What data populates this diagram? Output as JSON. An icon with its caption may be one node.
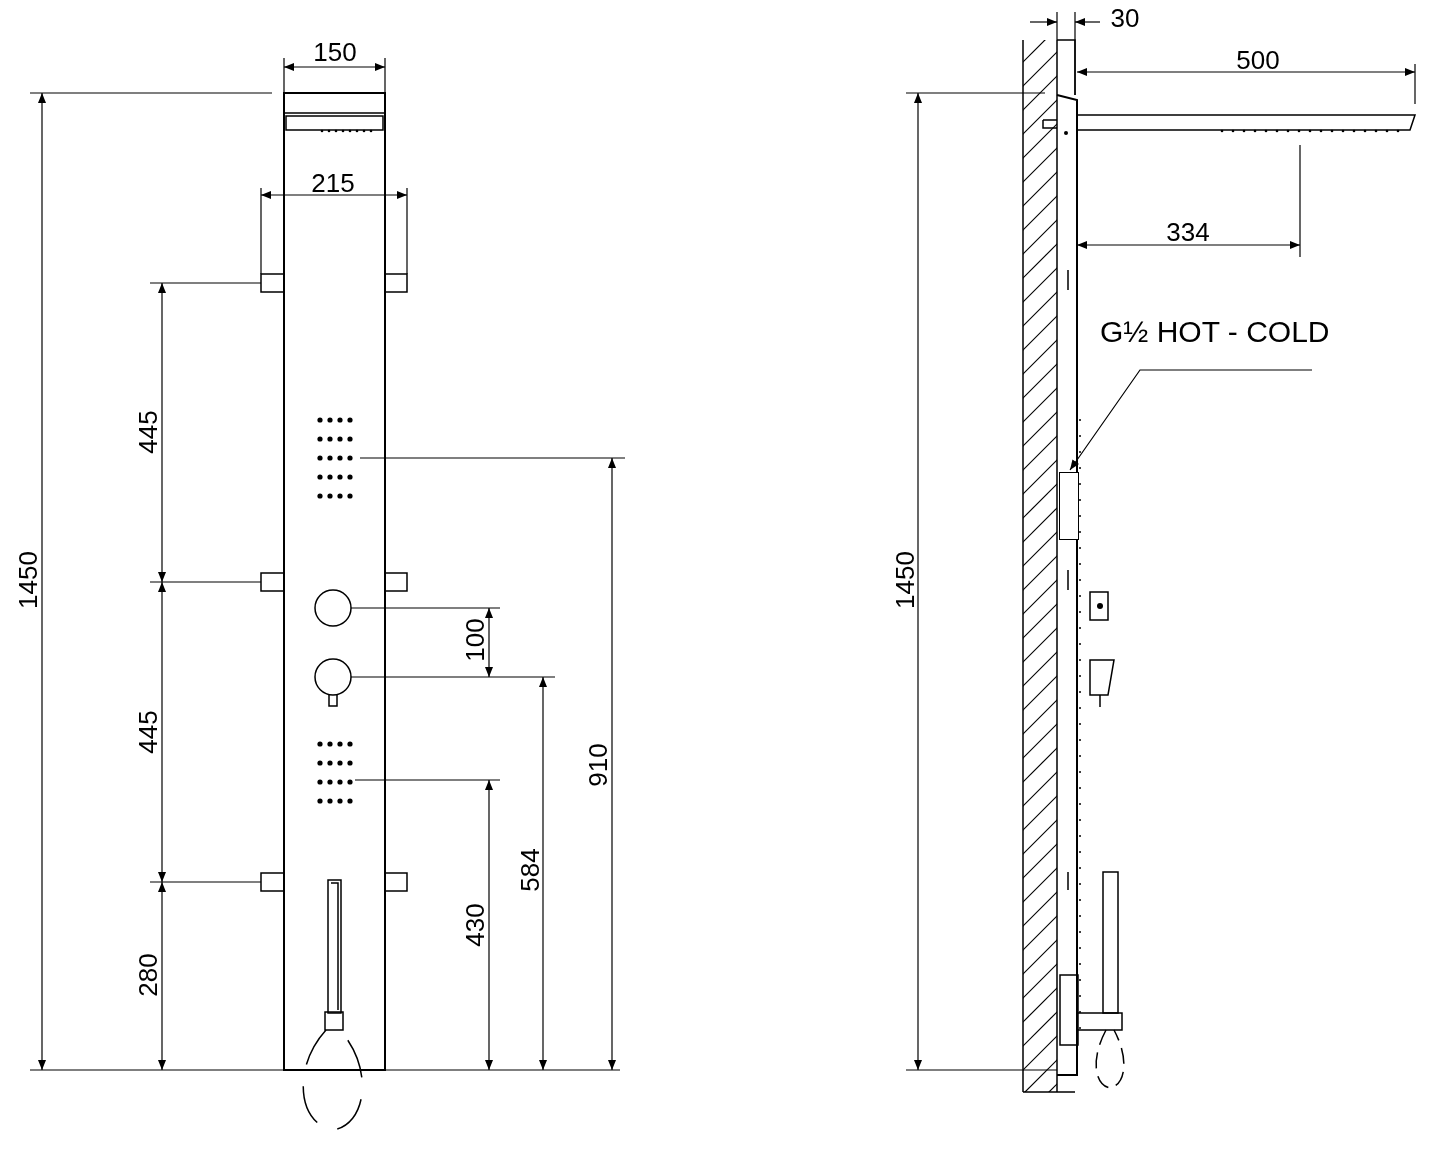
{
  "diagram": {
    "nodes": [
      {
        "text": [
          "G½ HOT - COLD"
        ]
      },
      {
        "text": [],
        "shape": "box"
      }
    ],
    "edges": [
      {
        "from": 0,
        "to": 1,
        "arrow": "to"
      }
    ],
    "labels": [
      "150",
      "30",
      "500",
      "215",
      "334",
      "445",
      "1450",
      "1450",
      "100",
      "445",
      "910",
      "584",
      "430",
      "280"
    ]
  }
}
